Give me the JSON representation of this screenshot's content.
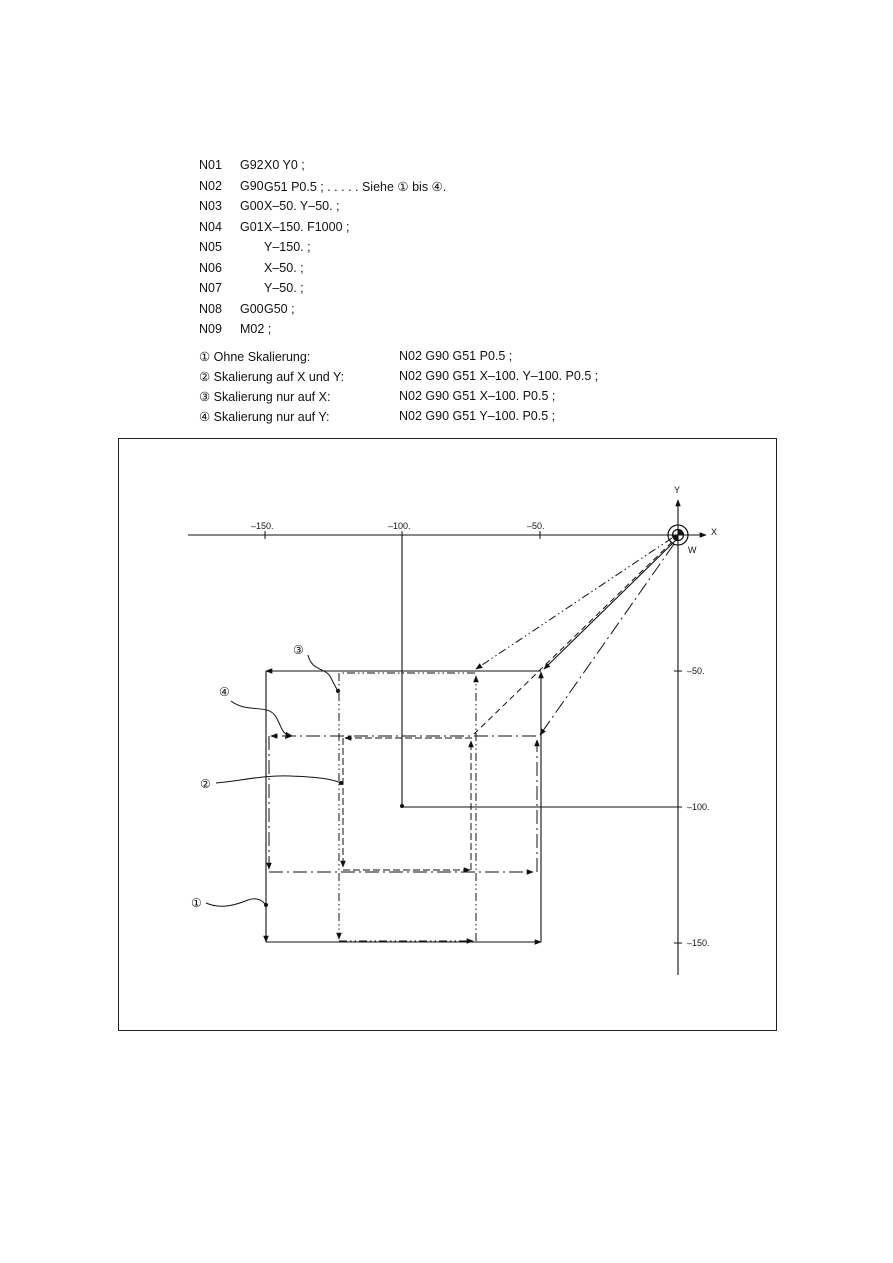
{
  "program": [
    {
      "n": "N01",
      "g": "G92",
      "w": "X0 Y0 ;"
    },
    {
      "n": "N02",
      "g": "G90",
      "w": "G51 P0.5 ; . . . . . Siehe ① bis ④."
    },
    {
      "n": "N03",
      "g": "G00",
      "w": "X–50. Y–50. ;"
    },
    {
      "n": "N04",
      "g": "G01",
      "w": "X–150. F1000 ;"
    },
    {
      "n": "N05",
      "g": "",
      "w": "Y–150. ;"
    },
    {
      "n": "N06",
      "g": "",
      "w": "X–50. ;"
    },
    {
      "n": "N07",
      "g": "",
      "w": "Y–50. ;"
    },
    {
      "n": "N08",
      "g": "G00",
      "w": "G50 ;"
    },
    {
      "n": "N09",
      "g": "M02 ;",
      "w": ""
    }
  ],
  "notes": [
    {
      "label": "① Ohne Skalierung:",
      "code": "N02 G90 G51 P0.5 ;"
    },
    {
      "label": "② Skalierung auf X und Y:",
      "code": "N02 G90 G51 X–100. Y–100. P0.5 ;"
    },
    {
      "label": "③ Skalierung nur auf X:",
      "code": "N02 G90 G51 X–100. P0.5 ;"
    },
    {
      "label": "④ Skalierung nur auf Y:",
      "code": "N02 G90 G51 Y–100. P0.5 ;"
    }
  ],
  "diagram": {
    "axis_x_label": "X",
    "axis_y_label": "Y",
    "origin_label": "W",
    "x_ticks": [
      "–150.",
      "–100.",
      "–50."
    ],
    "y_ticks": [
      "–50.",
      "–100.",
      "–150."
    ],
    "markers": [
      "①",
      "②",
      "③",
      "④"
    ]
  }
}
